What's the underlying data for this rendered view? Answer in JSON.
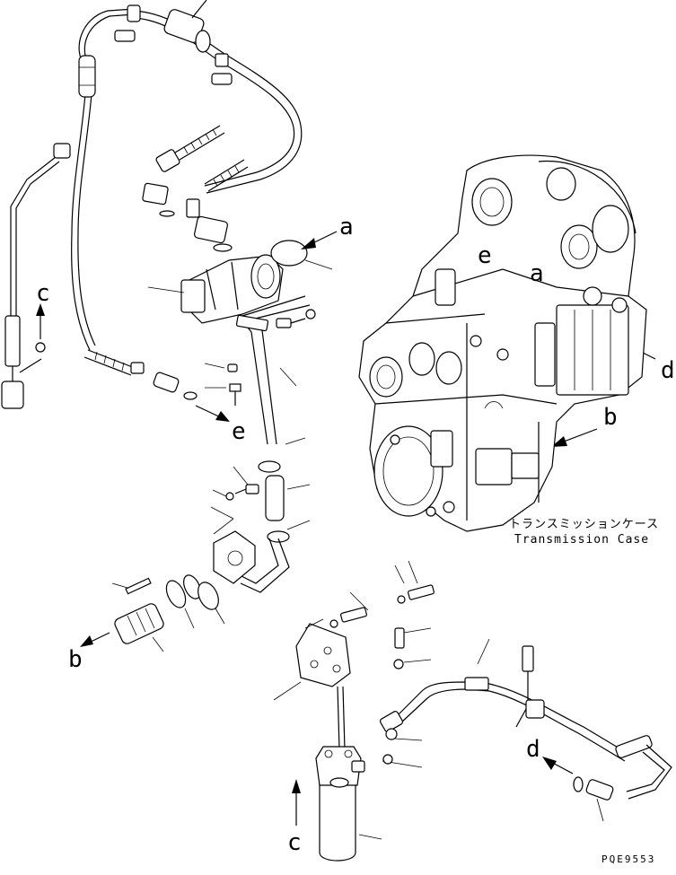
{
  "labels": {
    "a_top": "a",
    "a_case": "a",
    "e_case": "e",
    "e_left": "e",
    "b_right": "b",
    "b_left": "b",
    "c_top": "c",
    "c_bottom": "c",
    "d_right": "d",
    "d_bottom": "d"
  },
  "caption": {
    "japanese": "トランスミッションケース",
    "english": "Transmission Case"
  },
  "drawing_code": "PQE9553"
}
